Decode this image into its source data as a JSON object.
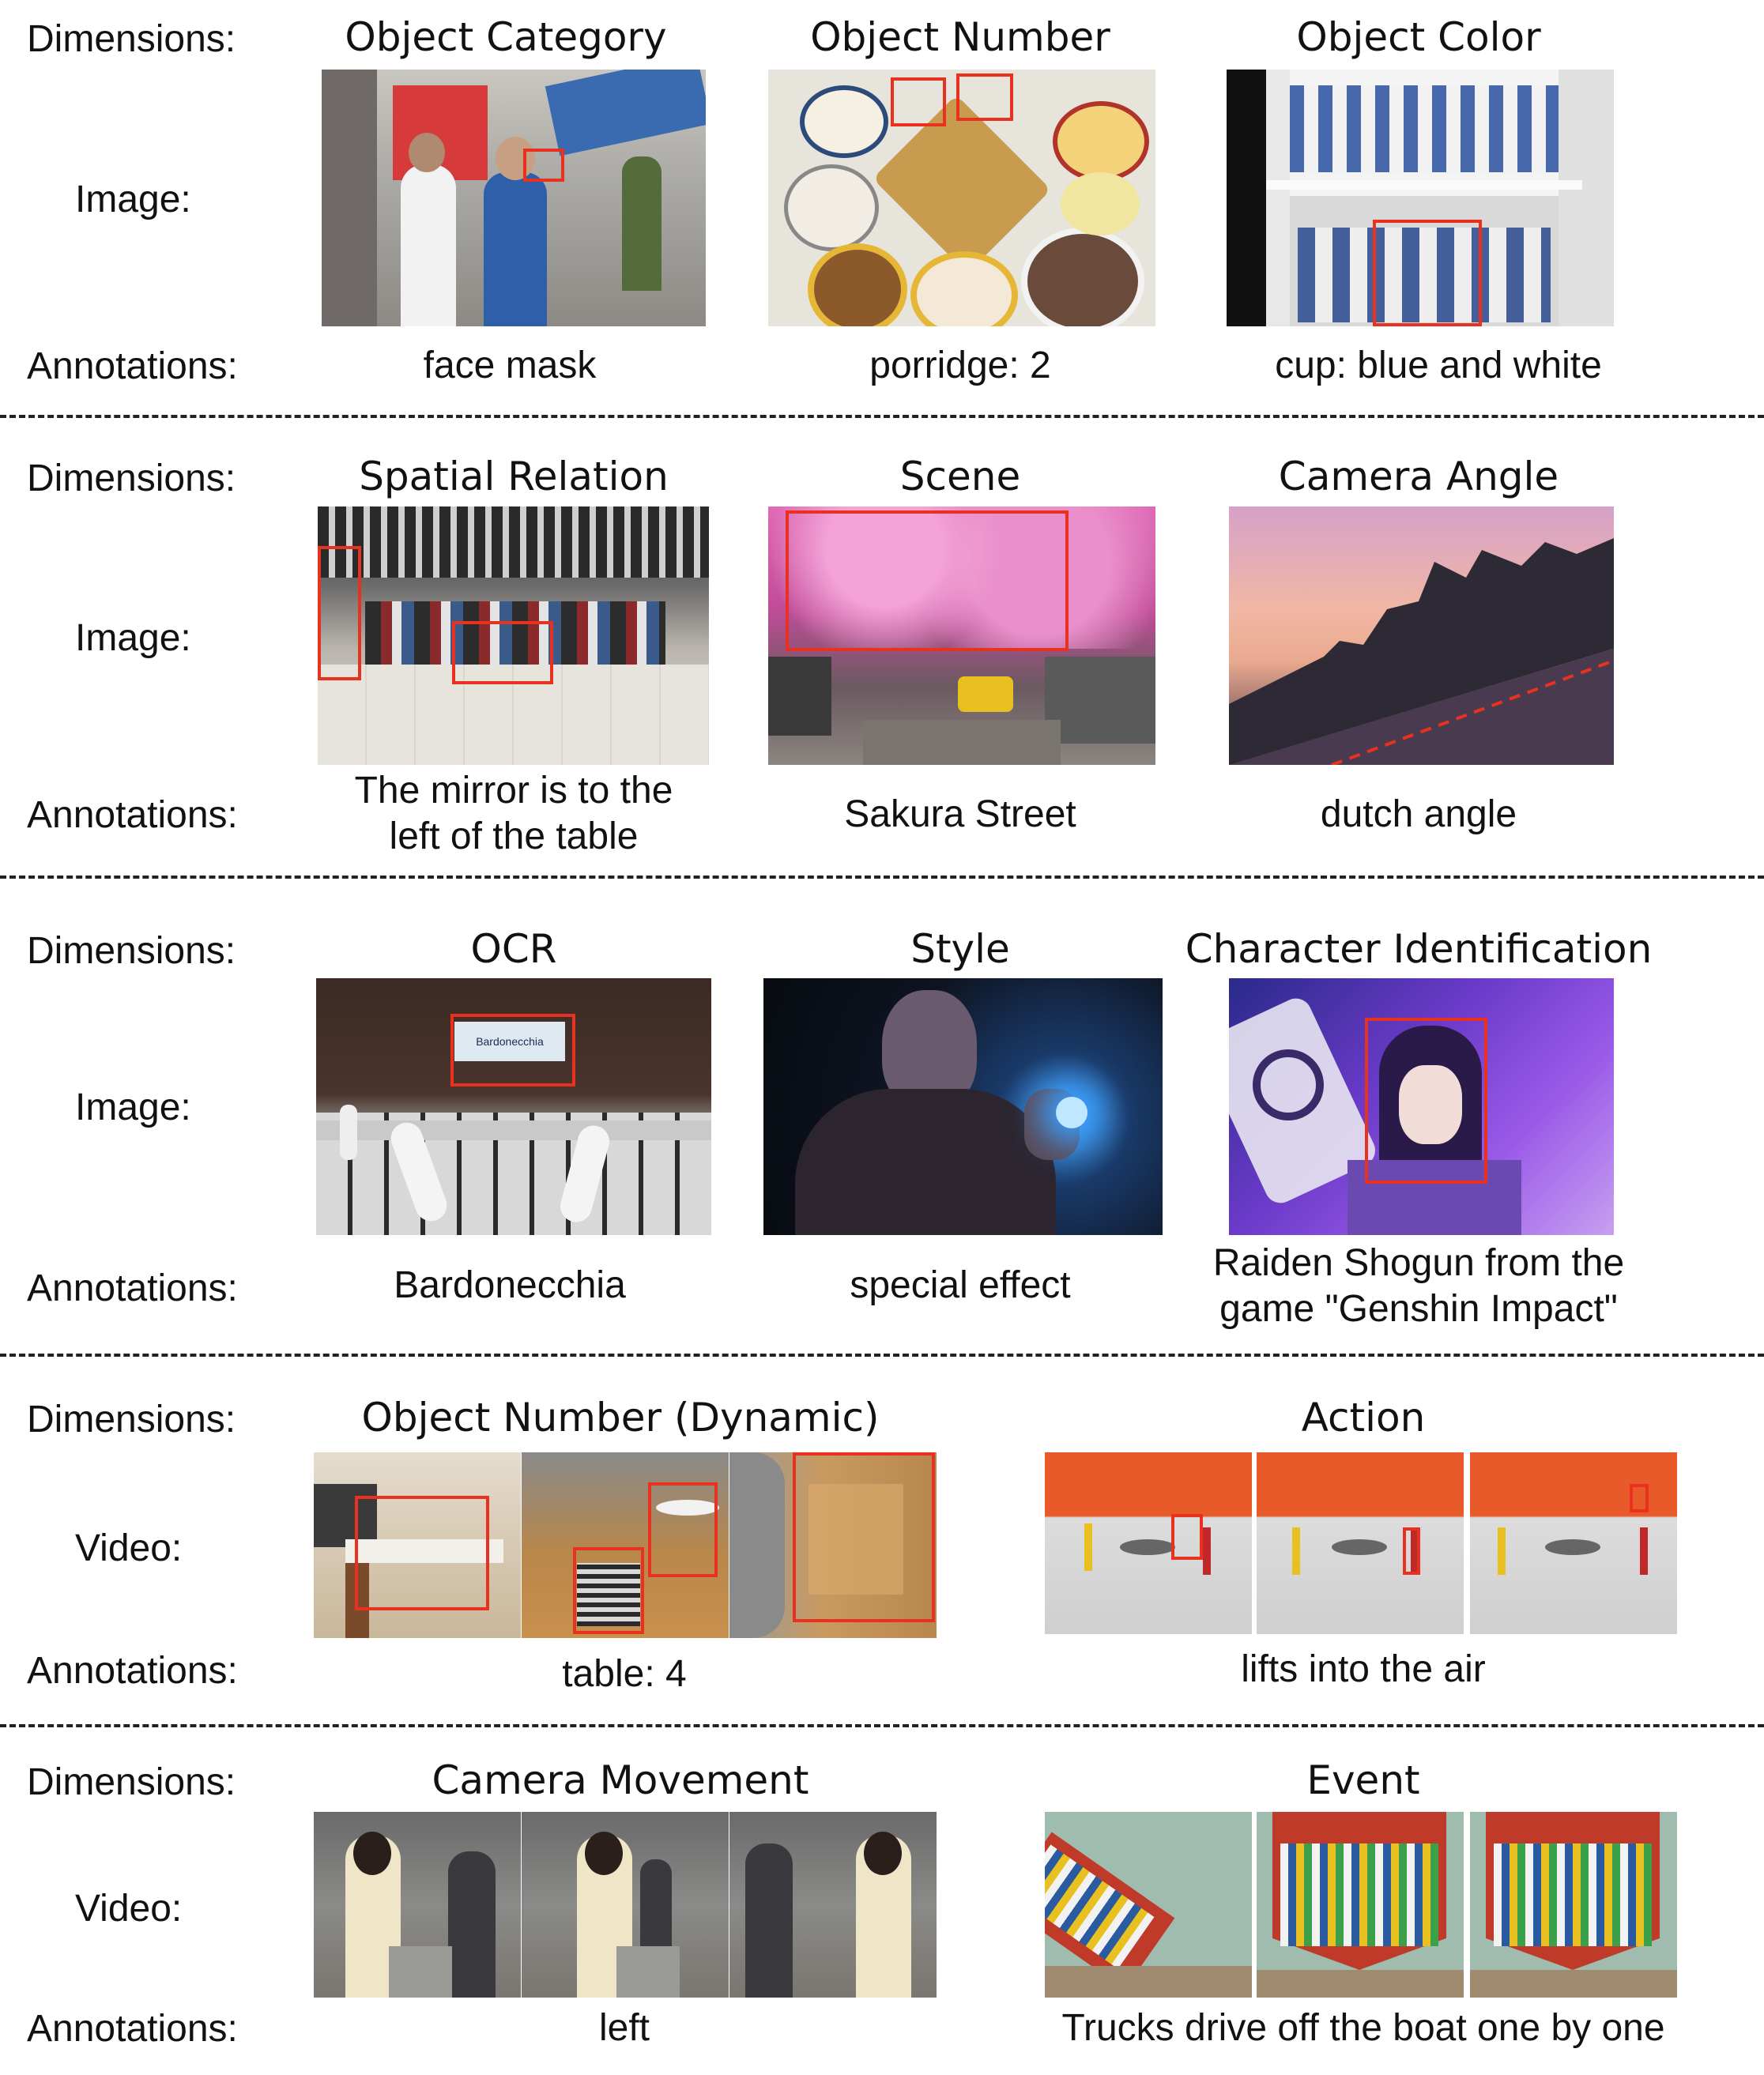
{
  "row_labels": {
    "dimensions": "Dimensions:",
    "image": "Image:",
    "video": "Video:",
    "annotations": "Annotations:"
  },
  "rows": [
    {
      "cells": [
        {
          "dimension": "Object Category",
          "annotation": "face mask"
        },
        {
          "dimension": "Object Number",
          "annotation": "porridge: 2"
        },
        {
          "dimension": "Object Color",
          "annotation": "cup: blue and white"
        }
      ]
    },
    {
      "cells": [
        {
          "dimension": "Spatial Relation",
          "annotation_lines": [
            "The mirror is to the",
            "left of the table"
          ]
        },
        {
          "dimension": "Scene",
          "annotation": "Sakura Street"
        },
        {
          "dimension": "Camera Angle",
          "annotation": "dutch angle"
        }
      ]
    },
    {
      "cells": [
        {
          "dimension": "OCR",
          "annotation": "Bardonecchia",
          "sign_text": "Bardonecchia"
        },
        {
          "dimension": "Style",
          "annotation": "special effect"
        },
        {
          "dimension": "Character Identification",
          "annotation_lines": [
            "Raiden Shogun from the",
            "game \"Genshin Impact\""
          ]
        }
      ]
    },
    {
      "cells": [
        {
          "dimension": "Object Number (Dynamic)",
          "annotation": "table: 4"
        },
        {
          "dimension": "Action",
          "annotation": "lifts into the air"
        }
      ]
    },
    {
      "cells": [
        {
          "dimension": "Camera Movement",
          "annotation": "left"
        },
        {
          "dimension": "Event",
          "annotation": "Trucks drive off the boat one by one"
        }
      ]
    }
  ],
  "colors": {
    "highlight_box": "#e8321f",
    "separator": "#222222"
  }
}
